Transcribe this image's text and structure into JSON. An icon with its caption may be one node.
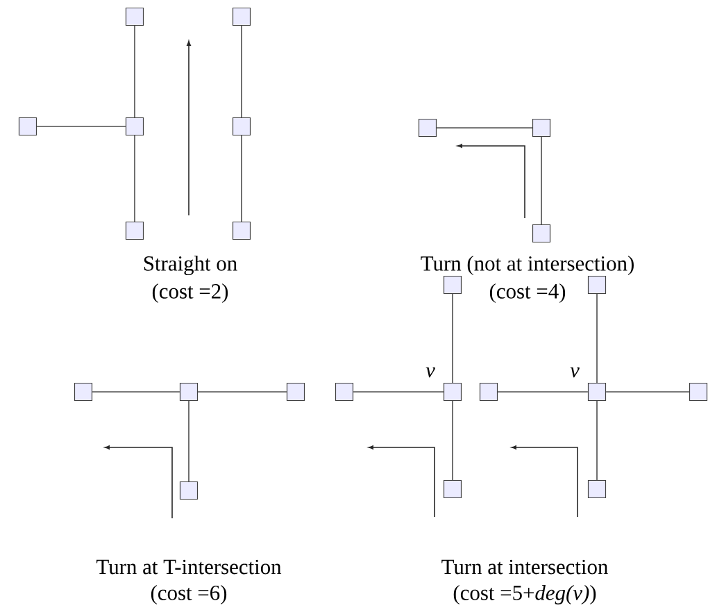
{
  "diagram": {
    "nodes": [
      {
        "text": [],
        "shape": "box"
      },
      {
        "text": [],
        "shape": "box"
      },
      {
        "text": [],
        "shape": "box"
      },
      {
        "text": [],
        "shape": "box"
      },
      {
        "text": [],
        "shape": "box"
      },
      {
        "text": [],
        "shape": "box"
      },
      {
        "text": [],
        "shape": "box"
      },
      {
        "text": [],
        "shape": "box"
      },
      {
        "text": [],
        "shape": "box"
      },
      {
        "text": [],
        "shape": "box"
      },
      {
        "text": [],
        "shape": "box"
      },
      {
        "text": [],
        "shape": "box"
      },
      {
        "text": [],
        "shape": "box"
      },
      {
        "text": [],
        "shape": "box"
      },
      {
        "text": [],
        "shape": "box"
      },
      {
        "text": [],
        "shape": "box"
      },
      {
        "text": [],
        "shape": "box"
      },
      {
        "text": [],
        "shape": "box"
      },
      {
        "text": [],
        "shape": "box"
      },
      {
        "text": [],
        "shape": "box"
      },
      {
        "text": [],
        "shape": "box"
      },
      {
        "text": [],
        "shape": "box"
      },
      {
        "text": [],
        "shape": "box"
      }
    ],
    "edges": [
      {
        "from": 0,
        "to": 3,
        "arrow": "none"
      },
      {
        "from": 2,
        "to": 3,
        "arrow": "none"
      },
      {
        "from": 3,
        "to": 5,
        "arrow": "none"
      },
      {
        "from": 1,
        "to": 4,
        "arrow": "none"
      },
      {
        "from": 4,
        "to": 6,
        "arrow": "none"
      },
      {
        "from": 7,
        "to": 8,
        "arrow": "none"
      },
      {
        "from": 8,
        "to": 9,
        "arrow": "none"
      },
      {
        "from": 12,
        "to": 13,
        "arrow": "none"
      },
      {
        "from": 13,
        "to": 14,
        "arrow": "none"
      },
      {
        "from": 13,
        "to": 20,
        "arrow": "none"
      },
      {
        "from": 10,
        "to": 16,
        "arrow": "none"
      },
      {
        "from": 15,
        "to": 16,
        "arrow": "none"
      },
      {
        "from": 16,
        "to": 21,
        "arrow": "none"
      },
      {
        "from": 11,
        "to": 18,
        "arrow": "none"
      },
      {
        "from": 17,
        "to": 18,
        "arrow": "none"
      },
      {
        "from": 18,
        "to": 19,
        "arrow": "none"
      },
      {
        "from": 18,
        "to": 22,
        "arrow": "none"
      }
    ],
    "labels": [
      "Straight on",
      "(cost =2)",
      "Turn (not at intersection)",
      "(cost =4)",
      "v",
      "v",
      "Turn at T-intersection",
      "(cost =6)",
      "Turn at intersection",
      "(cost =5+*deg(v)*)"
    ]
  }
}
